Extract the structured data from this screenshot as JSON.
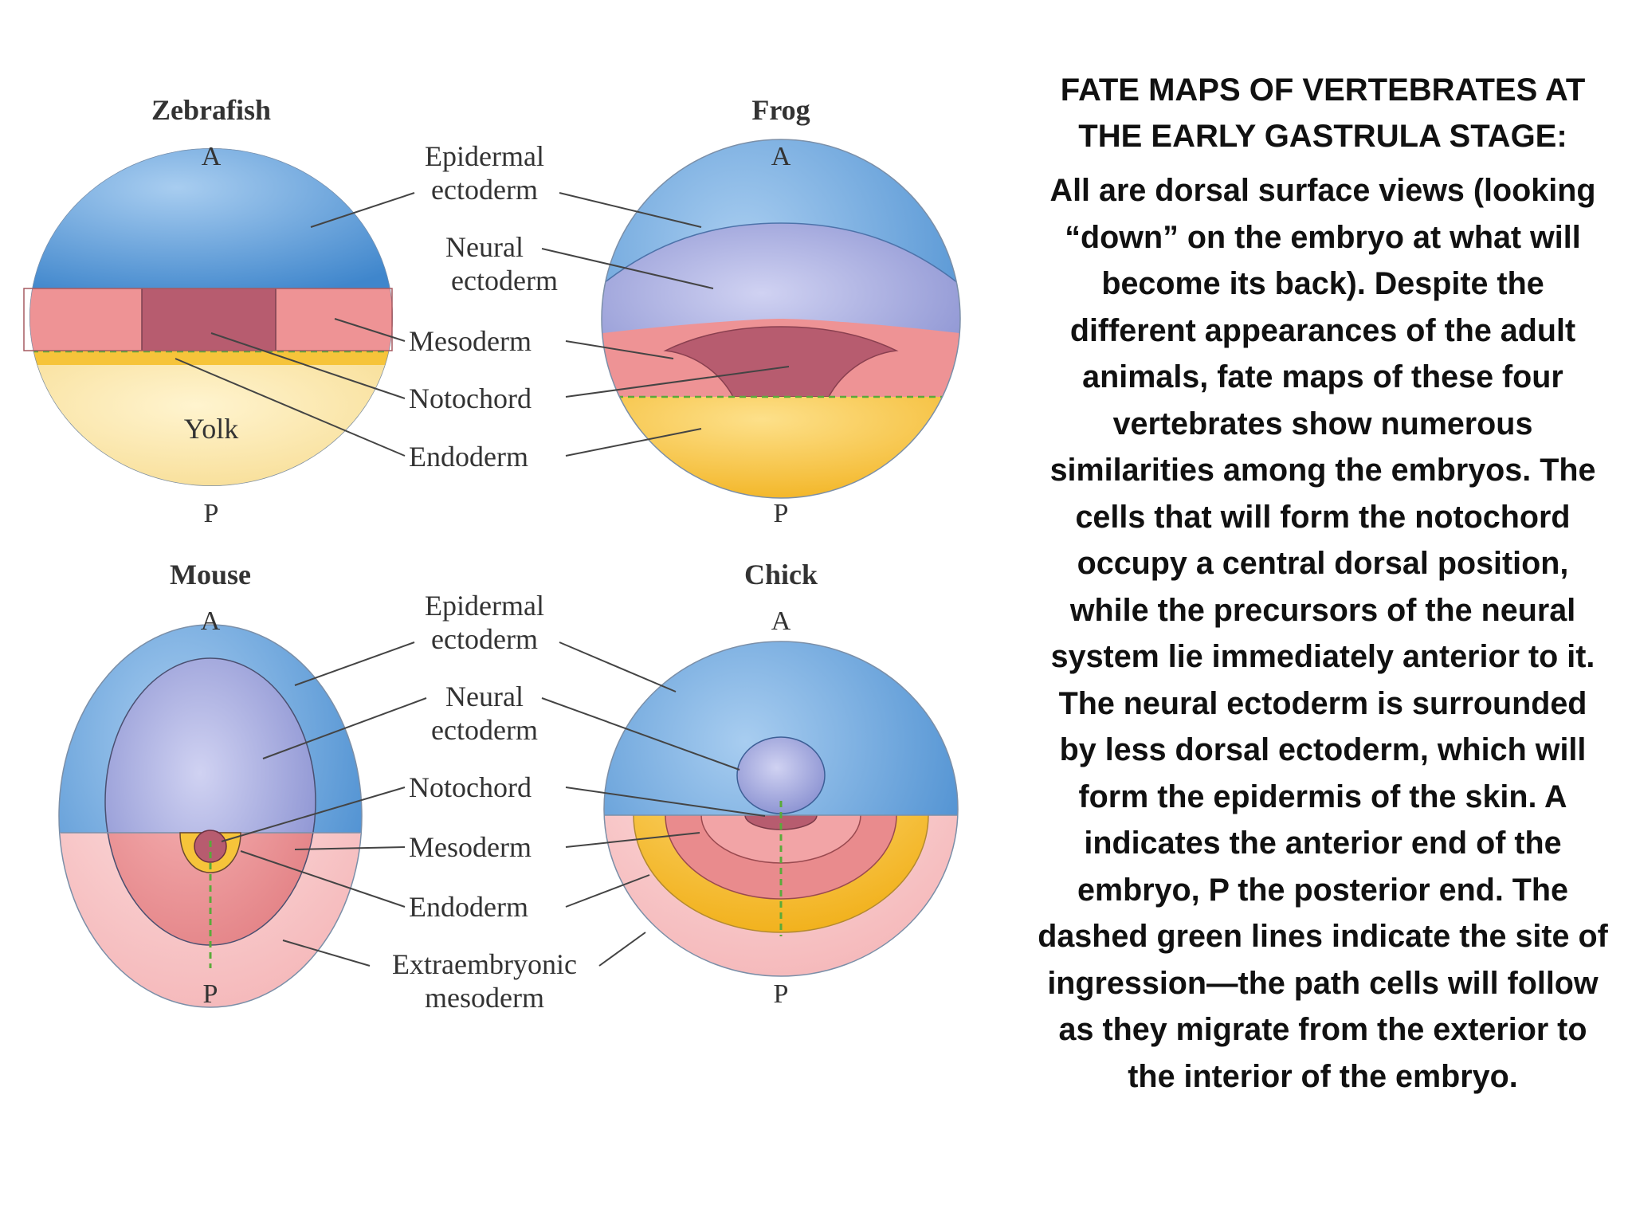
{
  "heading": {
    "line1": "FATE MAPS OF VERTEBRATES AT",
    "line2": "THE EARLY GASTRULA STAGE:"
  },
  "body": "All are dorsal surface views (looking “down” on the embryo at what will become its back). Despite the different appearances of the adult animals, fate maps of these four vertebrates show numerous similarities among the embryos. The cells that will form the notochord occupy a central dorsal position, while the precursors of the neural system lie immediately anterior to it. The neural ectoderm is surrounded by less dorsal ectoderm, which will form the epidermis of the skin. A indicates the anterior end of the embryo, P the posterior end. The dashed green lines indicate the site of ingression—the path cells will follow as they migrate from the exterior to the interior of the embryo.",
  "embryos": {
    "zebrafish": {
      "name": "Zebrafish",
      "anterior": "A",
      "posterior": "P",
      "yolk": "Yolk"
    },
    "frog": {
      "name": "Frog",
      "anterior": "A",
      "posterior": "P"
    },
    "mouse": {
      "name": "Mouse",
      "anterior": "A",
      "posterior": "P"
    },
    "chick": {
      "name": "Chick",
      "anterior": "A",
      "posterior": "P"
    }
  },
  "labels_top": {
    "epidermal_1": "Epidermal",
    "epidermal_2": "ectoderm",
    "neural_1": "Neural",
    "neural_2": "ectoderm",
    "mesoderm": "Mesoderm",
    "notochord": "Notochord",
    "endoderm": "Endoderm"
  },
  "labels_bottom": {
    "epidermal_1": "Epidermal",
    "epidermal_2": "ectoderm",
    "neural_1": "Neural",
    "neural_2": "ectoderm",
    "notochord": "Notochord",
    "mesoderm": "Mesoderm",
    "endoderm": "Endoderm",
    "extra_1": "Extraembryonic",
    "extra_2": "mesoderm"
  },
  "colors": {
    "epidermal_ectoderm": "#5c9fdb",
    "neural_ectoderm": "#9ea2db",
    "mesoderm": "#e98b8d",
    "notochord": "#b35a6c",
    "endoderm": "#f6c43a",
    "yolk": "#fbe6a6",
    "extraembryonic_mesoderm": "#f8c9cb",
    "ingression_line": "#5aaa3a"
  }
}
